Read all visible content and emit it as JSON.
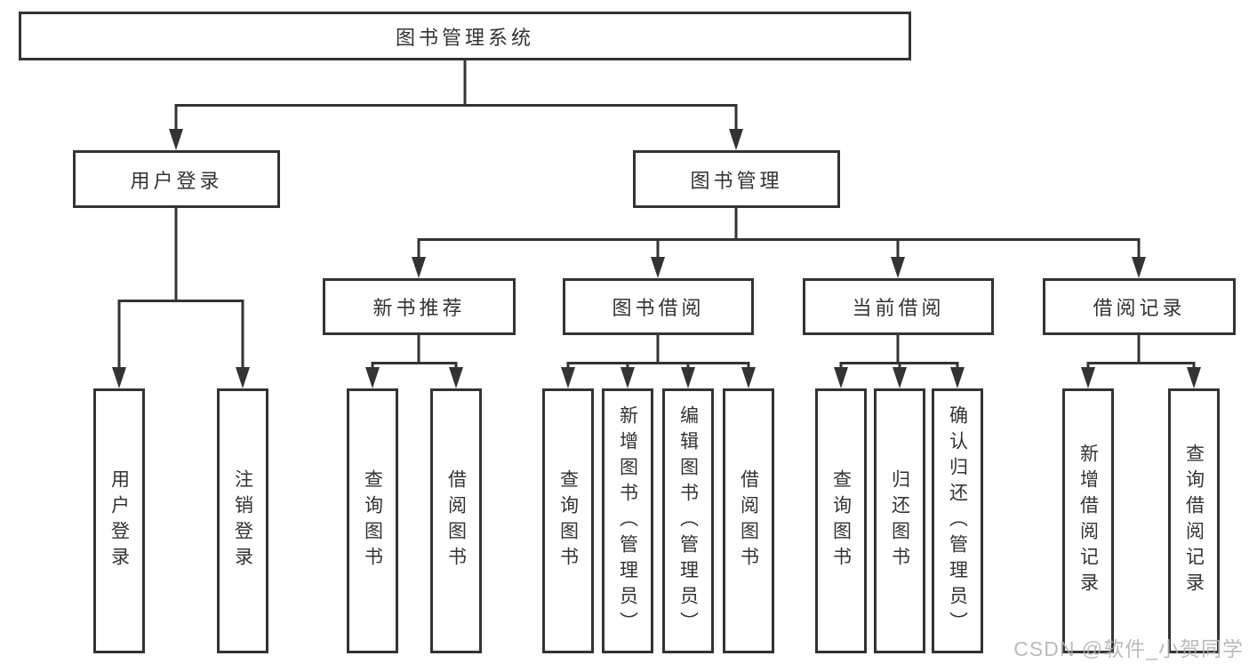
{
  "diagram": {
    "root": {
      "label": "图书管理系统"
    },
    "level2": [
      {
        "label": "用户登录",
        "children": [
          "用户登录",
          "注销登录"
        ]
      },
      {
        "label": "图书管理"
      }
    ],
    "level3": [
      {
        "label": "新书推荐",
        "children": [
          "查询图书",
          "借阅图书"
        ]
      },
      {
        "label": "图书借阅",
        "children": [
          "查询图书",
          "新增图书（管理员）",
          "编辑图书（管理员）",
          "借阅图书"
        ]
      },
      {
        "label": "当前借阅",
        "children": [
          "查询图书",
          "归还图书",
          "确认归还（管理员）"
        ]
      },
      {
        "label": "借阅记录",
        "children": [
          "新增借阅记录",
          "查询借阅记录"
        ]
      }
    ]
  },
  "watermark": {
    "text": "CSDN @软件_小贺同学"
  },
  "colors": {
    "line": "#333333",
    "box_border": "#333333",
    "box_fill": "#ffffff",
    "text": "#333333",
    "watermark": "#b0b0b0",
    "background": "#ffffff"
  }
}
